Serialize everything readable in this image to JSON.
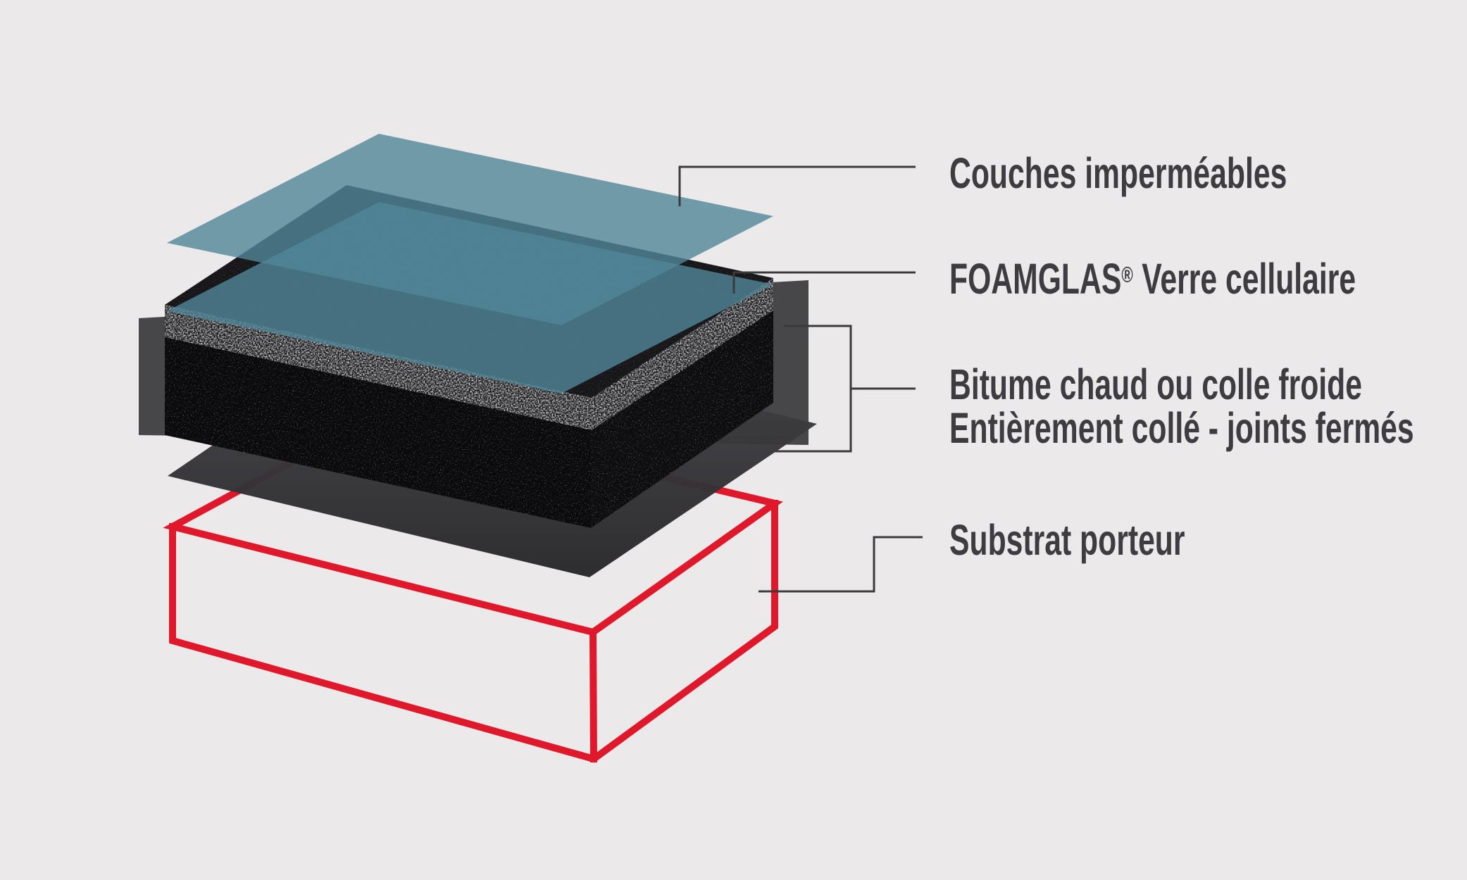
{
  "labels": {
    "waterproof": {
      "text": "Couches imperméables"
    },
    "foamglas": {
      "brand": "FOAMGLAS",
      "registered": "®",
      "rest": " Verre cellulaire"
    },
    "bitumen": {
      "line1": "Bitume chaud ou colle froide",
      "line2": "Entièrement collé - joints fermés"
    },
    "substrate": {
      "text": "Substrat porteur"
    }
  },
  "colors": {
    "background": "#ECE9EA",
    "waterproof_teal": "#508798",
    "block_front": "#0A0A0C",
    "block_right": "#0D0D10",
    "block_top": "#17171A",
    "band_base": "#101012",
    "bitumen_gray": "#3E3E41",
    "bitumen_gradient_top": "#47474B",
    "bitumen_gradient_bottom": "#28282B",
    "substrate_red": "#E0182B",
    "leader_line": "#3A3A3D",
    "label_text": "#3F3C41"
  }
}
